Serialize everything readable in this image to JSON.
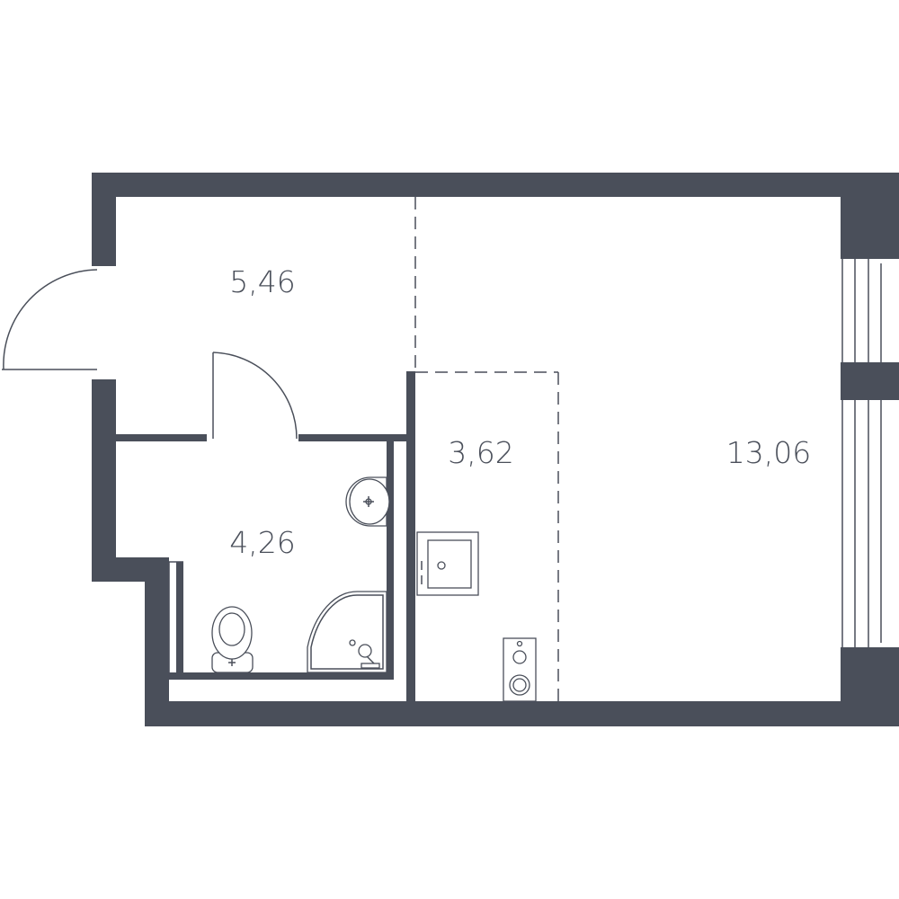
{
  "rooms": {
    "hall_area": "5,46",
    "bathroom_area": "4,26",
    "kitchen_area": "3,62",
    "living_area": "13,06"
  },
  "colors": {
    "wall": "#4a4f5a",
    "background": "#ffffff"
  },
  "icons": [
    "door-swing-icon",
    "sink-icon",
    "toilet-icon",
    "shower-icon",
    "kitchen-sink-icon",
    "stove-icon",
    "window-icon"
  ]
}
